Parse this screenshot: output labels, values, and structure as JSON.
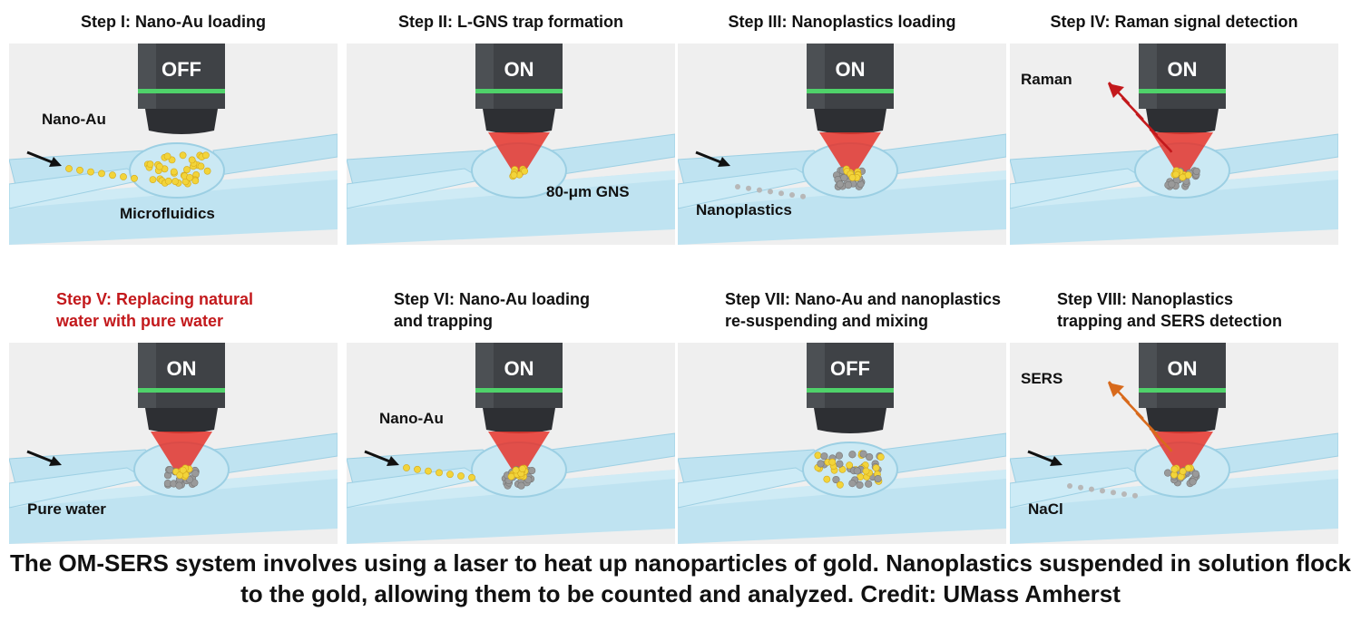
{
  "panels": [
    {
      "title": "Step I: Nano-Au loading",
      "title_color": "#111111",
      "state": "OFF",
      "laser": false,
      "au": "trap-cluster",
      "np": "none",
      "inlet": "au",
      "signal": null,
      "labels": [
        {
          "key": "inlet",
          "text": "Nano-Au"
        },
        {
          "key": "bottom",
          "text": "Microfluidics"
        }
      ]
    },
    {
      "title": "Step II: L-GNS trap formation",
      "title_color": "#111111",
      "state": "ON",
      "laser": true,
      "au": "spot",
      "np": "none",
      "inlet": null,
      "signal": null,
      "labels": [
        {
          "key": "right",
          "text": "80-μm GNS"
        }
      ]
    },
    {
      "title": "Step III: Nanoplastics loading",
      "title_color": "#111111",
      "state": "ON",
      "laser": true,
      "au": "spot",
      "np": "cluster",
      "inlet": "np",
      "signal": null,
      "labels": [
        {
          "key": "bottom-left",
          "text": "Nanoplastics"
        }
      ]
    },
    {
      "title": "Step IV: Raman signal detection",
      "title_color": "#111111",
      "state": "ON",
      "laser": true,
      "au": "spot",
      "np": "cluster",
      "inlet": null,
      "signal": {
        "color": "#c3191c"
      },
      "labels": [
        {
          "key": "signal",
          "text": "Raman"
        }
      ]
    },
    {
      "title": "Step V: Replacing natural\nwater with pure water",
      "title_color": "#c3191c",
      "state": "ON",
      "laser": true,
      "au": "spot",
      "np": "cluster",
      "inlet": "arrow",
      "signal": null,
      "labels": [
        {
          "key": "bottom-left",
          "text": "Pure water"
        }
      ]
    },
    {
      "title": "Step VI: Nano-Au loading\nand trapping",
      "title_color": "#111111",
      "state": "ON",
      "laser": true,
      "au": "spot-big",
      "np": "cluster",
      "inlet": "au",
      "signal": null,
      "labels": [
        {
          "key": "inlet",
          "text": "Nano-Au"
        }
      ]
    },
    {
      "title": "Step VII: Nano-Au and nanoplastics\nre-suspending and mixing",
      "title_color": "#111111",
      "state": "OFF",
      "laser": false,
      "au": "mixed",
      "np": "mixed",
      "inlet": null,
      "signal": null,
      "labels": []
    },
    {
      "title": "Step VIII: Nanoplastics\ntrapping and SERS detection",
      "title_color": "#111111",
      "state": "ON",
      "laser": true,
      "au": "spot",
      "np": "cluster",
      "inlet": "np",
      "signal": {
        "color": "#d86a1c"
      },
      "labels": [
        {
          "key": "signal",
          "text": "SERS"
        },
        {
          "key": "bottom-left",
          "text": "NaCl"
        }
      ]
    }
  ],
  "caption": "The OM-SERS system involves using a laser to heat up nanoparticles of gold. Nanoplastics suspended in solution flock to the gold, allowing them to be counted and analyzed. Credit: UMass Amherst",
  "colors": {
    "gold": "#f2d43a",
    "plastic": "#9a9a9a",
    "laser": "#e5342c",
    "chip": "#bfe3f1",
    "chip_edge": "#9ccfe3",
    "lens_ring": "#4fd26a",
    "objective": "#3f4246"
  }
}
